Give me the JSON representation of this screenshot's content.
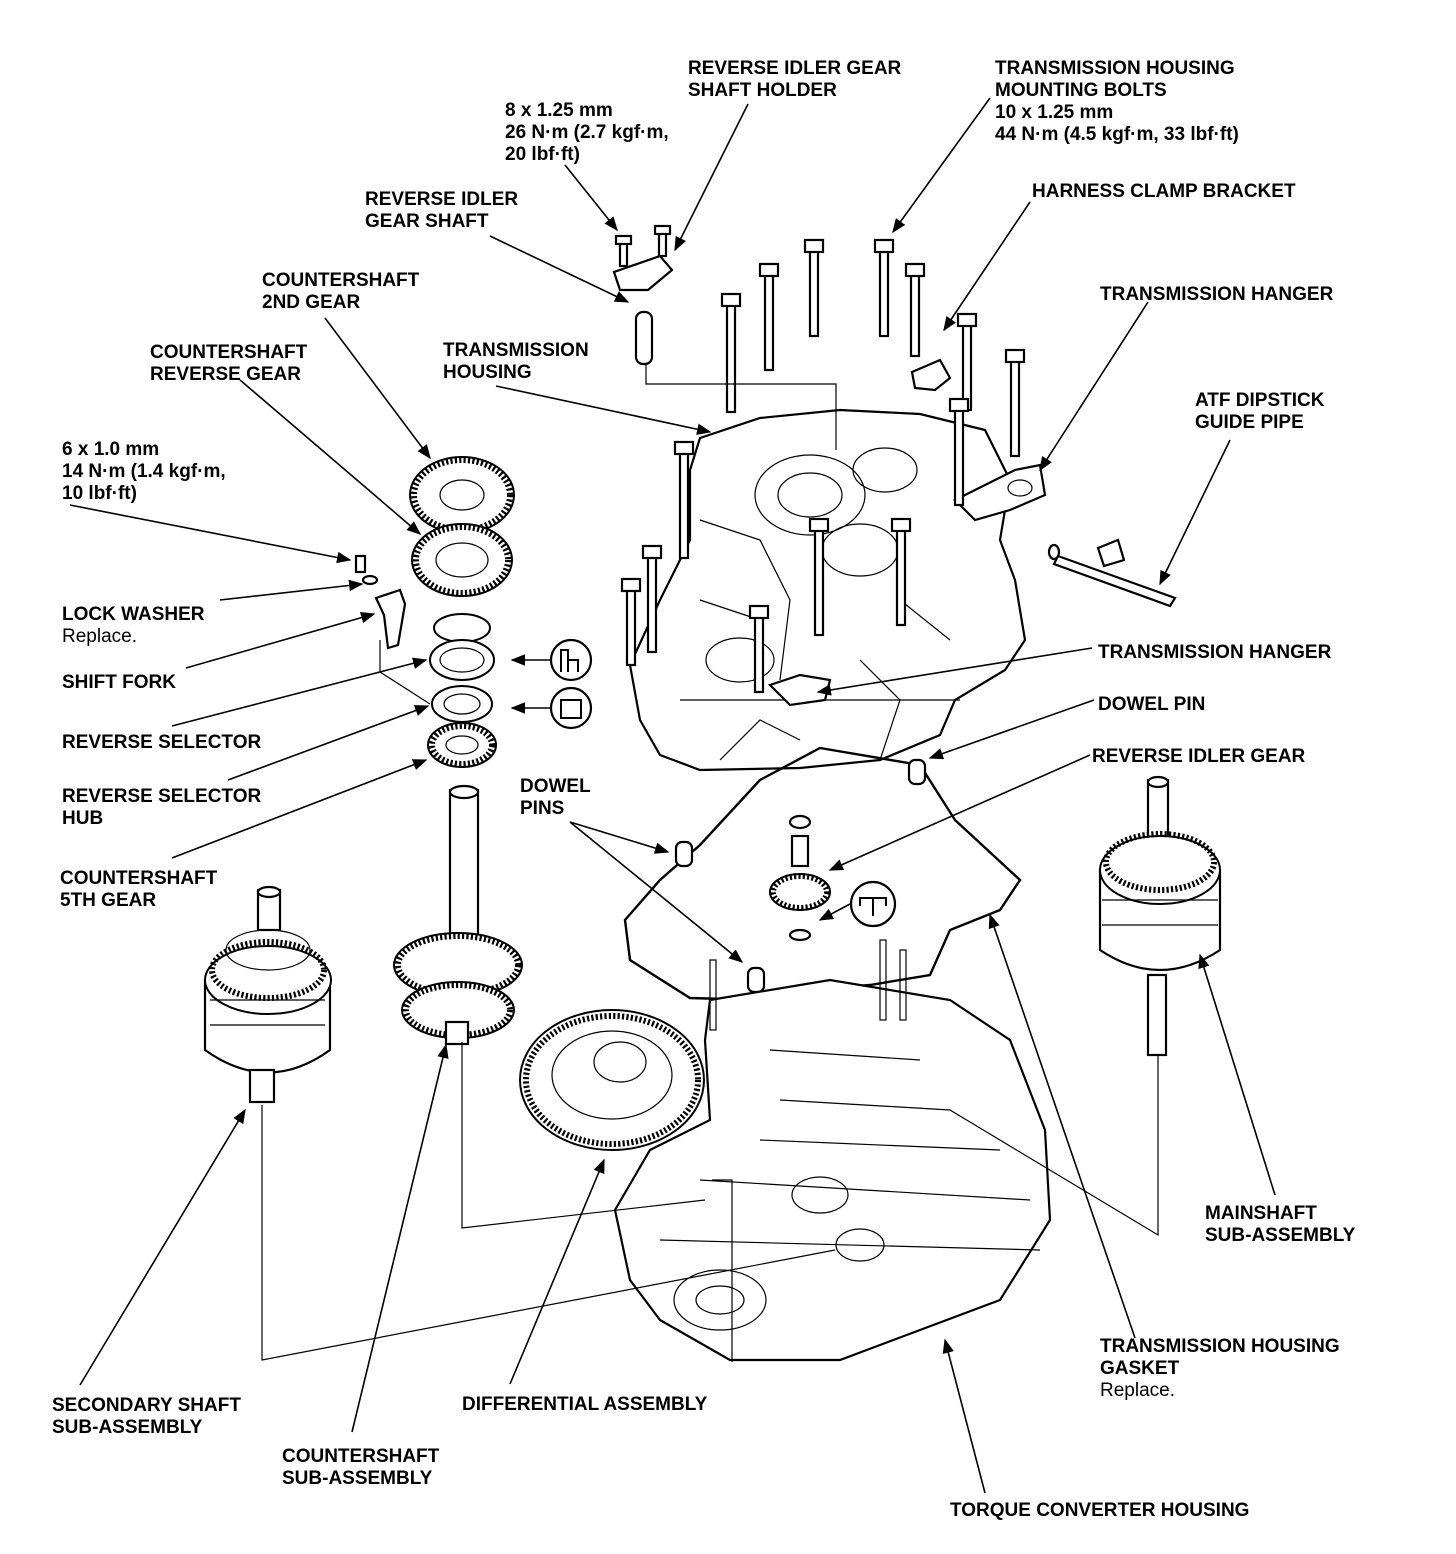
{
  "labels": {
    "reverse_idler_gear_shaft_holder": [
      "REVERSE IDLER GEAR",
      "SHAFT HOLDER"
    ],
    "holder_bolt_spec": [
      "8 x 1.25 mm",
      "26 N·m (2.7 kgf·m,",
      "20 lbf·ft)"
    ],
    "housing_mounting_bolts": [
      "TRANSMISSION HOUSING",
      "MOUNTING BOLTS",
      "10 x 1.25 mm",
      "44 N·m (4.5 kgf·m, 33 lbf·ft)"
    ],
    "harness_clamp_bracket": [
      "HARNESS CLAMP BRACKET"
    ],
    "reverse_idler_gear_shaft": [
      "REVERSE IDLER",
      "GEAR SHAFT"
    ],
    "countershaft_2nd_gear": [
      "COUNTERSHAFT",
      "2ND GEAR"
    ],
    "transmission_hanger_top": [
      "TRANSMISSION HANGER"
    ],
    "countershaft_reverse_gear": [
      "COUNTERSHAFT",
      "REVERSE GEAR"
    ],
    "transmission_housing": [
      "TRANSMISSION",
      "HOUSING"
    ],
    "atf_dipstick_guide_pipe": [
      "ATF DIPSTICK",
      "GUIDE PIPE"
    ],
    "fork_bolt_spec": [
      "6 x 1.0 mm",
      "14 N·m (1.4 kgf·m,",
      "10 lbf·ft)"
    ],
    "lock_washer": [
      "LOCK WASHER"
    ],
    "lock_washer_note": "Replace.",
    "shift_fork": [
      "SHIFT FORK"
    ],
    "reverse_selector": [
      "REVERSE SELECTOR"
    ],
    "reverse_selector_hub": [
      "REVERSE SELECTOR",
      "HUB"
    ],
    "countershaft_5th_gear": [
      "COUNTERSHAFT",
      "5TH GEAR"
    ],
    "transmission_hanger_mid": [
      "TRANSMISSION HANGER"
    ],
    "dowel_pin": [
      "DOWEL PIN"
    ],
    "reverse_idler_gear": [
      "REVERSE IDLER GEAR"
    ],
    "dowel_pins": [
      "DOWEL",
      "PINS"
    ],
    "mainshaft_sub_assembly": [
      "MAINSHAFT",
      "SUB-ASSEMBLY"
    ],
    "housing_gasket": [
      "TRANSMISSION HOUSING",
      "GASKET"
    ],
    "housing_gasket_note": "Replace.",
    "secondary_shaft_sub_assembly": [
      "SECONDARY SHAFT",
      "SUB-ASSEMBLY"
    ],
    "differential_assembly": [
      "DIFFERENTIAL ASSEMBLY"
    ],
    "countershaft_sub_assembly": [
      "COUNTERSHAFT",
      "SUB-ASSEMBLY"
    ],
    "torque_converter_housing": [
      "TORQUE CONVERTER HOUSING"
    ]
  }
}
